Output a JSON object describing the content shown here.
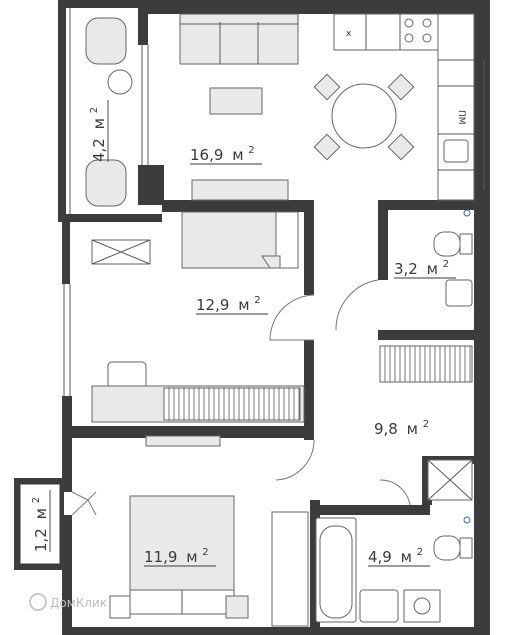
{
  "rooms": [
    {
      "id": "loggia",
      "area": "4,2",
      "unit": "м",
      "sup": "2"
    },
    {
      "id": "kitchen-living",
      "area": "16,9",
      "unit": "м",
      "sup": "2"
    },
    {
      "id": "bathroom-small",
      "area": "3,2",
      "unit": "м",
      "sup": "2"
    },
    {
      "id": "bedroom-1",
      "area": "12,9",
      "unit": "м",
      "sup": "2"
    },
    {
      "id": "hall",
      "area": "9,8",
      "unit": "м",
      "sup": "2"
    },
    {
      "id": "balcony",
      "area": "1,2",
      "unit": "м",
      "sup": "2"
    },
    {
      "id": "bedroom-2",
      "area": "11,9",
      "unit": "м",
      "sup": "2"
    },
    {
      "id": "bathroom",
      "area": "4,9",
      "unit": "м",
      "sup": "2"
    }
  ],
  "appliances": {
    "dishwasher": "ПМ",
    "fridge": "x"
  },
  "watermark": "ДомКлик",
  "colors": {
    "wall": "#3c3c3c",
    "furniture": "#e9e9e9",
    "water-pipe": "#3a5bbf"
  }
}
